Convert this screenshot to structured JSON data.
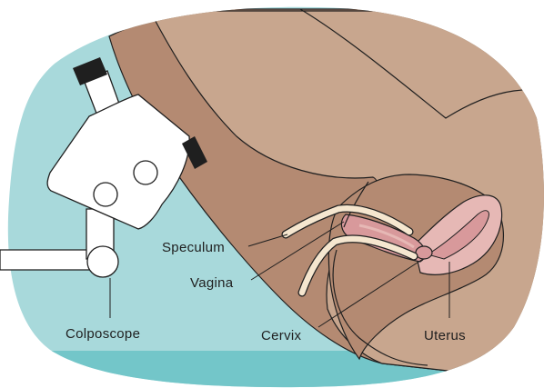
{
  "labels": {
    "speculum": "Speculum",
    "vagina": "Vagina",
    "colposcope": "Colposcope",
    "cervix": "Cervix",
    "uterus": "Uterus"
  },
  "colors": {
    "background_blob": "#a8d9db",
    "floor": "#73c6c9",
    "skin_dark": "#b48a72",
    "skin_light": "#c8a68e",
    "tissue_pink": "#d8999b",
    "tissue_light": "#e6b8b5",
    "speculum": "#f5e6cf",
    "device": "#ffffff",
    "outline": "#1f1f1f"
  },
  "icons": {
    "device": "colposcope-icon"
  }
}
